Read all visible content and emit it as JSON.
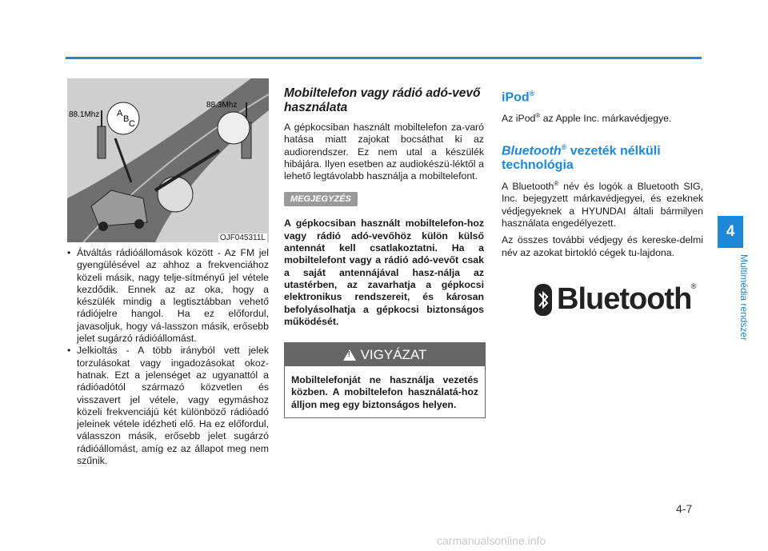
{
  "figure": {
    "code": "OJF045311L",
    "freq_left": "88.1Mhz",
    "freq_right": "88.3Mhz",
    "letters_a": "A",
    "letters_b": "B",
    "letters_c": "C"
  },
  "col1": {
    "bullets": [
      "Átváltás rádióállomások között - Az FM jel gyengülésével az ahhoz a frekvenciához közeli másik, nagy telje-sítményű jel vétele kezdődik. Ennek az az oka, hogy a készülék mindig a legtisztábban vehető rádiójelre hangol. Ha ez előfordul, javasoljuk, hogy vá-lasszon másik, erősebb jelet sugárzó rádióállomást.",
      "Jelkioltás - A több irányból vett jelek torzulásokat vagy ingadozásokat okoz-hatnak. Ezt a jelenséget az ugyanattól a rádióadótól származó közvetlen és visszavert jel vétele, vagy egymáshoz közeli frekvenciájú két különböző rádióadó jeleinek vétele idézheti elő. Ha ez előfordul, válasszon másik, erősebb jelet sugárzó rádióállomást, amíg ez az állapot meg nem szűnik."
    ]
  },
  "col2": {
    "title": "Mobiltelefon vagy rádió adó-vevő használata",
    "para1": "A gépkocsiban használt mobiltelefon za-varó hatása miatt zajokat bocsáthat ki az audiorendszer. Ez nem utal a készülék hibájára. Ilyen esetben az audiokészü-léktől a lehető legtávolabb használja a mobiltelefont.",
    "note_label": "MEGJEGYZÉS",
    "note_text": "A gépkocsiban használt mobiltelefon-hoz vagy rádió adó-vevőhöz külön külső antennát kell csatlakoztatni. Ha a mobiltelefont vagy a rádió adó-vevőt csak a saját antennájával hasz-nálja az utastérben, az zavarhatja a gépkocsi elektronikus rendszereit, és károsan befolyásolhatja a gépkocsi biztonságos működését.",
    "caution_label": "VIGYÁZAT",
    "caution_text": "Mobiltelefonját ne használja vezetés közben. A mobiltelefon használatá-hoz álljon meg egy biztonságos helyen."
  },
  "col3": {
    "ipod_title": "iPod",
    "ipod_reg": "®",
    "ipod_text_pre": "Az iPod",
    "ipod_text_post": " az Apple Inc. márkavédjegye.",
    "bt_title_italic": "Bluetooth",
    "bt_title_reg": "®",
    "bt_title_rest": " vezeték nélküli technológia",
    "bt_para1_pre": "A Bluetooth",
    "bt_para1_post": " név és logók a Bluetooth SIG, Inc. bejegyzett márkavédjegyei, és ezeknek védjegyeknek a HYUNDAI általi bármilyen használata engedélyezett.",
    "bt_para2": "Az összes további védjegy és kereske-delmi név az azokat birtokló cégek tu-lajdona.",
    "logo_word": "Bluetooth",
    "logo_reg": "®"
  },
  "side": {
    "tab_number": "4",
    "tab_label": "Multimédia rendszer"
  },
  "footer": {
    "page_number": "4-7",
    "watermark": "carmanualsonline.info"
  },
  "colors": {
    "accent": "#1e88d8",
    "caution_bg": "#666666",
    "note_bg": "#9a9a9a"
  }
}
